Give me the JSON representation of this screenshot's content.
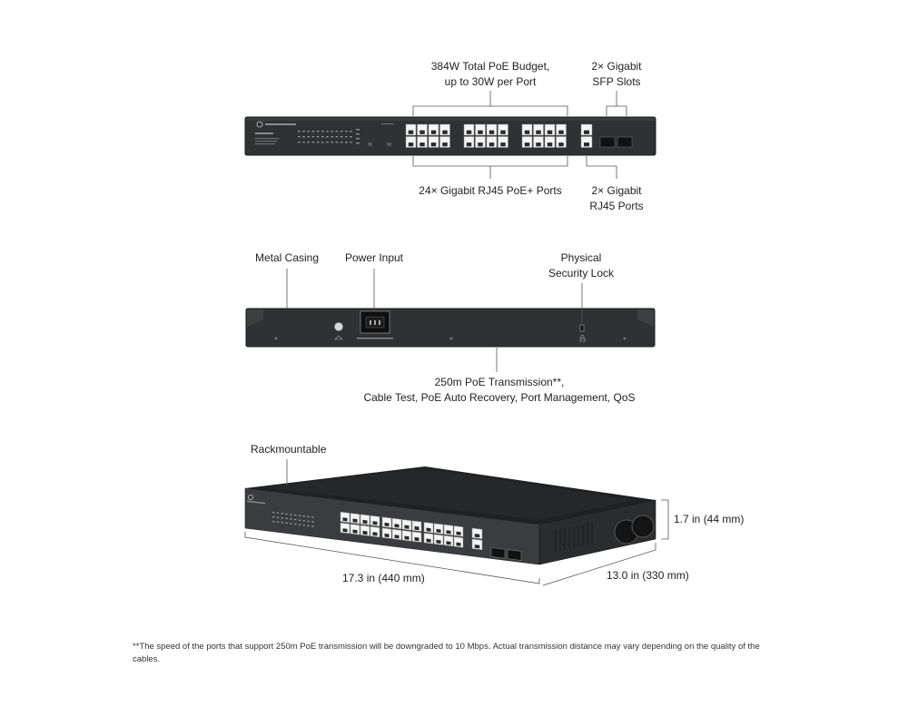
{
  "front_view": {
    "poe_budget": {
      "line1": "384W Total PoE Budget,",
      "line2": "up to 30W per Port"
    },
    "sfp_slots": {
      "line1": "2× Gigabit",
      "line2": "SFP Slots"
    },
    "rj45_poe_ports": "24× Gigabit RJ45 PoE+ Ports",
    "rj45_ports": {
      "line1": "2× Gigabit",
      "line2": "RJ45 Ports"
    },
    "rj45_poe_port_count": 24,
    "rj45_port_count": 2,
    "sfp_slot_count": 2
  },
  "rear_view": {
    "metal_casing": "Metal Casing",
    "power_input": "Power Input",
    "security_lock": {
      "line1": "Physical",
      "line2": "Security Lock"
    },
    "features": {
      "line1": "250m PoE Transmission**,",
      "line2": "Cable Test, PoE Auto Recovery, Port Management, QoS"
    }
  },
  "perspective_view": {
    "rackmountable": "Rackmountable",
    "height": "1.7 in (44 mm)",
    "width": "17.3 in (440 mm)",
    "depth": "13.0  in (330 mm)"
  },
  "footnote": "**The speed of the ports that support 250m PoE transmission will be downgraded to 10 Mbps. Actual transmission distance may vary depending on the quality of the cables."
}
